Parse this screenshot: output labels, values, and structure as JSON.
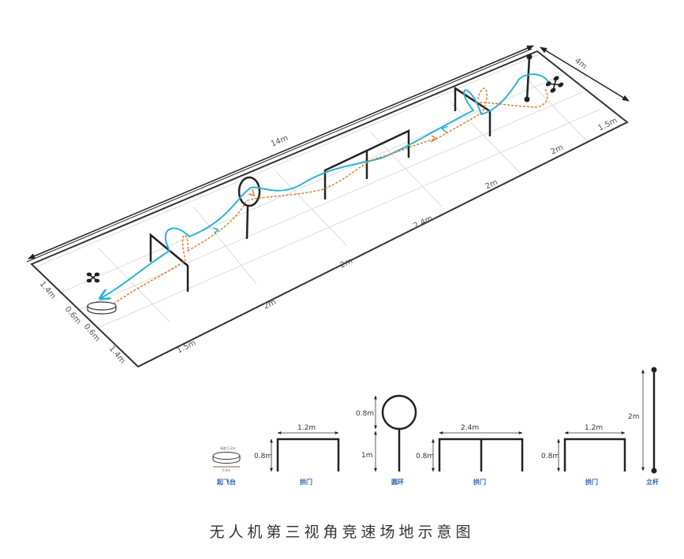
{
  "title": "无人机第三视角竞速场地示意图",
  "colors": {
    "return_path": "#2bb3d4",
    "forward_path": "#e07a2e",
    "frame": "#222222",
    "grid": "#d8d8d8",
    "legend_text": "#2a5fa8"
  },
  "field": {
    "length_label": "14m",
    "width_label": "4m",
    "left_edge_labels": [
      "1.4m",
      "0.6m",
      "0.6m",
      "1.4m"
    ],
    "bottom_edge_labels": [
      "1.5m",
      "2m",
      "2m",
      "2.4m",
      "2m",
      "2m",
      "1.5m"
    ]
  },
  "icons": {
    "start_drone": "drone-icon",
    "end_drone": "drone-icon",
    "takeoff_pad": "takeoff-pad-icon"
  },
  "legend": [
    {
      "name": "起飞台",
      "dims": [
        "0.6m"
      ],
      "sub": "高度 0.2m"
    },
    {
      "name": "拱门",
      "dims": [
        "1.2m",
        "0.8m"
      ]
    },
    {
      "name": "圆环",
      "dims": [
        "0.8m",
        "1m"
      ]
    },
    {
      "name": "拱门",
      "dims": [
        "2.4m",
        "0.8m"
      ]
    },
    {
      "name": "拱门",
      "dims": [
        "1.2m",
        "0.8m"
      ]
    },
    {
      "name": "立杆",
      "dims": [
        "2m"
      ]
    }
  ]
}
